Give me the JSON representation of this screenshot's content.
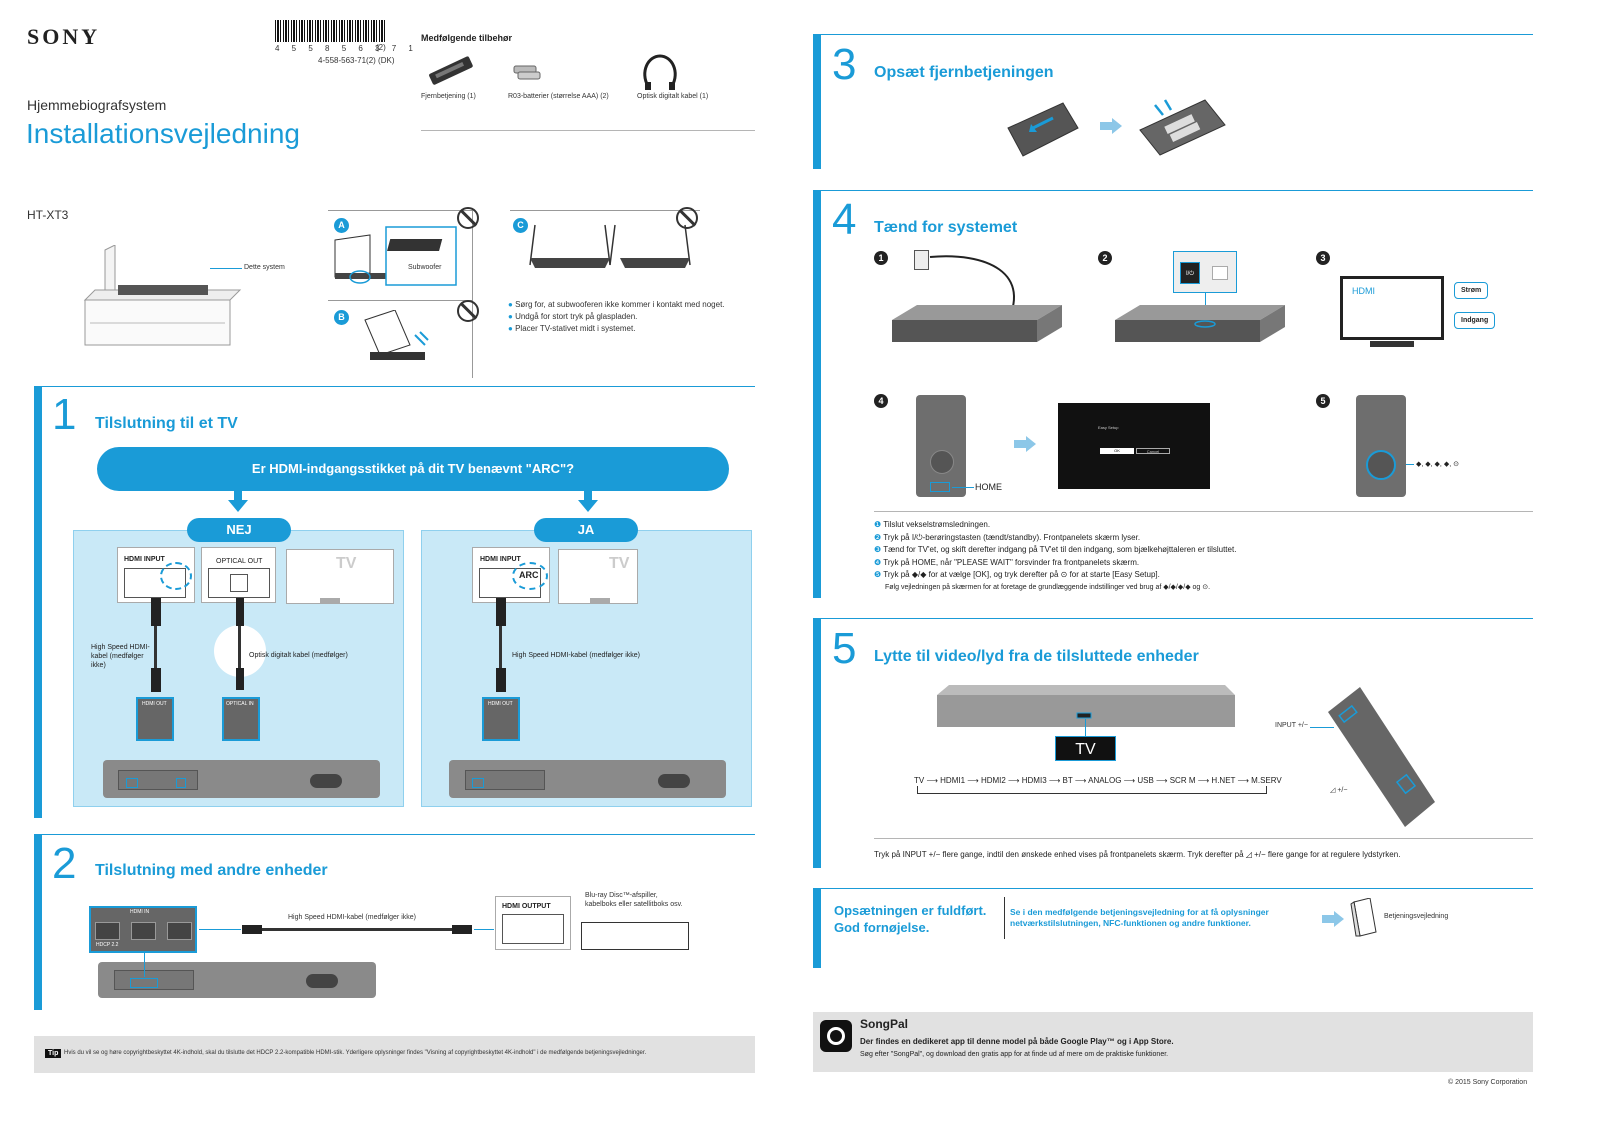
{
  "header": {
    "brand": "SONY",
    "barcode_digits": "4 5 5 8 5 6 3 7 1",
    "barcode_suffix": "(2)",
    "model_code": "4-558-563-71(2) (DK)",
    "subtitle": "Hjemmebiografsystem",
    "title": "Installationsvejledning",
    "model": "HT-XT3"
  },
  "accessories": {
    "heading": "Medfølgende tilbehør",
    "items": [
      "Fjernbetjening (1)",
      "R03-batterier (størrelse AAA) (2)",
      "Optisk digitalt kabel (1)"
    ]
  },
  "placement": {
    "label_system": "Dette system",
    "label_subwoofer": "Subwoofer",
    "notes": [
      "Sørg for, at subwooferen ikke kommer i kontakt med noget.",
      "Undgå for stort tryk på glaspladen.",
      "Placer TV-stativet midt i systemet."
    ],
    "badges": [
      "A",
      "B",
      "C"
    ]
  },
  "section1": {
    "number": "1",
    "title": "Tilslutning til et TV",
    "question": "Er HDMI-indgangsstikket på dit TV benævnt \"ARC\"?",
    "no_label": "NEJ",
    "yes_label": "JA",
    "hdmi_input": "HDMI INPUT",
    "optical_out": "OPTICAL OUT",
    "tv": "TV",
    "arc": "ARC",
    "cable_hdmi_no": "High Speed HDMI-kabel (medfølger ikke)",
    "cable_optical": "Optisk digitalt kabel (medfølger)",
    "cable_hdmi_yes": "High Speed HDMI-kabel (medfølger ikke)",
    "hdmi_out": "HDMI OUT",
    "optical_in": "OPTICAL IN"
  },
  "section2": {
    "number": "2",
    "title": "Tilslutning med andre enheder",
    "hdmi_in": "HDMI IN",
    "cable": "High Speed HDMI-kabel (medfølger ikke)",
    "hdmi_output": "HDMI OUTPUT",
    "device_desc": "Blu-ray Disc™-afspiller, kabelboks eller satellitboks osv.",
    "hdcp": "HDCP 2.2"
  },
  "tip": {
    "label": "Tip",
    "text": "Hvis du vil se og høre copyrightbeskyttet 4K-indhold, skal du tilslutte det HDCP 2.2-kompatible HDMI-stik. Yderligere oplysninger findes \"Visning af copyrightbeskyttet 4K-indhold\" i de medfølgende betjeningsvejledninger."
  },
  "section3": {
    "number": "3",
    "title": "Opsæt fjernbetjeningen"
  },
  "section4": {
    "number": "4",
    "title": "Tænd for systemet",
    "step_nums": [
      "1",
      "2",
      "3",
      "4",
      "5"
    ],
    "tv_hdmi": "HDMI",
    "callout_power": "Strøm",
    "callout_input": "Indgang",
    "home_label": "HOME",
    "nav_label": "◆, ◆, ◆, ◆, ⊙",
    "screen_title": "Easy Setup",
    "screen_ok": "OK",
    "screen_cancel": "Cancel",
    "steps": [
      "Tilslut vekselstrømsledningen.",
      "Tryk på I/⏻-berøringstasten (tændt/standby). Frontpanelets skærm lyser.",
      "Tænd for TV'et, og skift derefter indgang på TV'et til den indgang, som bjælkehøjttaleren er tilsluttet.",
      "Tryk på HOME, når \"PLEASE WAIT\" forsvinder fra frontpanelets skærm.",
      "Tryk på ◆/◆ for at vælge [OK], og tryk derefter på ⊙ for at starte [Easy Setup]."
    ],
    "step5_sub": "Følg vejledningen på skærmen for at foretage de grundlæggende indstillinger ved brug af ◆/◆/◆/◆ og ⊙."
  },
  "section5": {
    "number": "5",
    "title": "Lytte til video/lyd fra de tilsluttede enheder",
    "display": "TV",
    "chain": "TV ⟶ HDMI1 ⟶ HDMI2 ⟶ HDMI3 ⟶ BT ⟶ ANALOG ⟶ USB ⟶ SCR M ⟶ H.NET ⟶ M.SERV",
    "input_label": "INPUT +/−",
    "volume_label": "◿ +/−",
    "instruction": "Tryk på INPUT +/− flere gange, indtil den ønskede enhed vises på frontpanelets skærm. Tryk derefter på ◿ +/− flere gange for at regulere lydstyrken."
  },
  "complete": {
    "line1": "Opsætningen er fuldført.",
    "line2": "God fornøjelse.",
    "note": "Se i den medfølgende betjeningsvejledning for at få oplysninger netværkstilslutningen, NFC-funktionen og andre funktioner.",
    "manual": "Betjeningsvejledning"
  },
  "songpal": {
    "title": "SongPal",
    "line1": "Der findes en dedikeret app til denne model på både Google Play™ og i App Store.",
    "line2": "Søg efter \"SongPal\", og download den gratis app for at finde ud af mere om de praktiske funktioner."
  },
  "footer": {
    "copyright": "© 2015 Sony Corporation"
  }
}
